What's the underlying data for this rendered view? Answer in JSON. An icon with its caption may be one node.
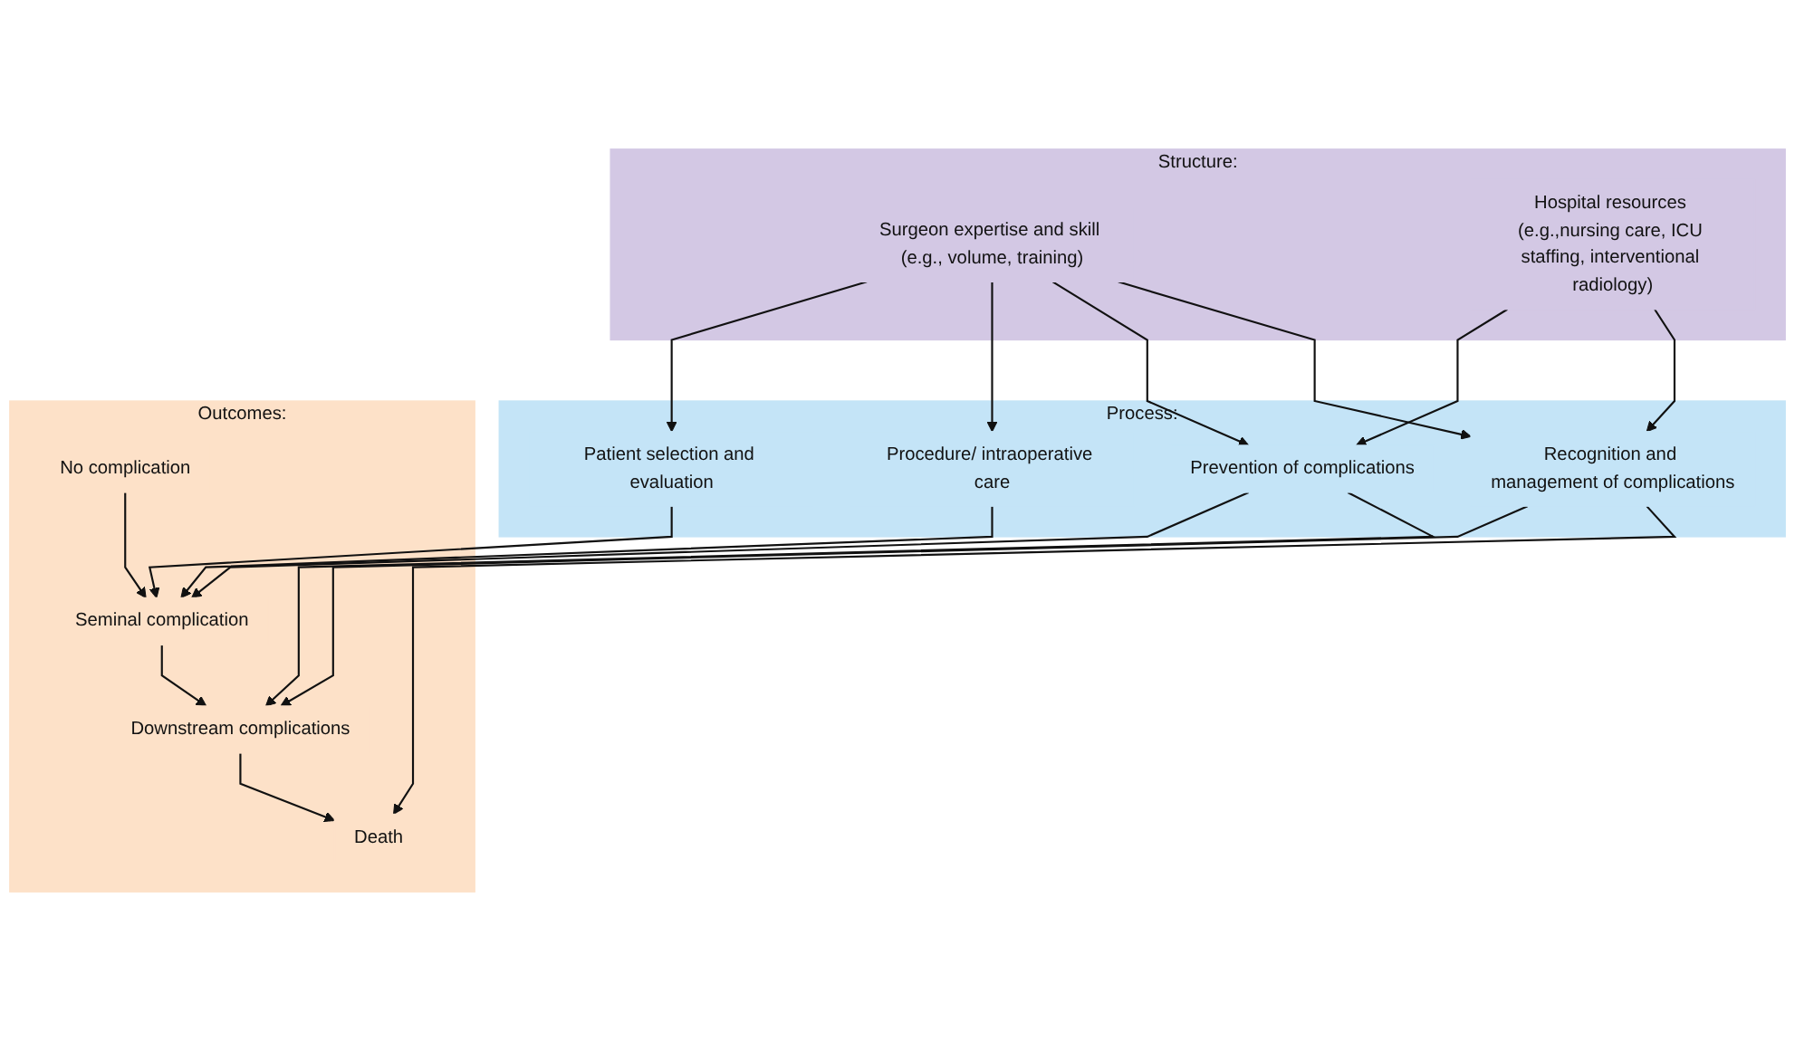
{
  "diagram": {
    "nodes": [
      {
        "text": [
          "Structure:"
        ]
      },
      {
        "text": [
          "Surgeon expertise and skill (e.g., volume, training)"
        ],
        "in": 0
      },
      {
        "text": [
          "Hospital resources (e.g.,nursing care, ICU staffing, interventional radiology)"
        ],
        "in": 0
      },
      {
        "text": [
          "Process:"
        ]
      },
      {
        "text": [
          "Patient selection and evaluation"
        ],
        "in": 3
      },
      {
        "text": [
          "Procedure/ intraoperative care"
        ],
        "in": 3
      },
      {
        "text": [
          "Prevention of complications"
        ],
        "in": 3
      },
      {
        "text": [
          "Recognition and management of complications"
        ],
        "in": 3
      },
      {
        "text": [
          "Outcomes:"
        ]
      },
      {
        "text": [
          "No complication"
        ],
        "in": 8
      },
      {
        "text": [
          "Seminal complication"
        ],
        "in": 8
      },
      {
        "text": [
          "Downstream complications"
        ],
        "in": 8
      },
      {
        "text": [
          "Death"
        ],
        "in": 8
      }
    ],
    "edges": [
      {
        "from": 1,
        "to": 4,
        "arrow": "to"
      },
      {
        "from": 1,
        "to": 5,
        "arrow": "to"
      },
      {
        "from": 1,
        "to": 6,
        "arrow": "to"
      },
      {
        "from": 1,
        "to": 7,
        "arrow": "to"
      },
      {
        "from": 2,
        "to": 6,
        "arrow": "to"
      },
      {
        "from": 2,
        "to": 7,
        "arrow": "to"
      },
      {
        "from": 4,
        "to": 10,
        "arrow": "to"
      },
      {
        "from": 5,
        "to": 10,
        "arrow": "to"
      },
      {
        "from": 6,
        "to": 10,
        "arrow": "to"
      },
      {
        "from": 6,
        "to": 11,
        "arrow": "to"
      },
      {
        "from": 7,
        "to": 11,
        "arrow": "to"
      },
      {
        "from": 7,
        "to": 12,
        "arrow": "to"
      },
      {
        "from": 9,
        "to": 10,
        "arrow": "to"
      },
      {
        "from": 10,
        "to": 11,
        "arrow": "to"
      },
      {
        "from": 11,
        "to": 12,
        "arrow": "to"
      }
    ]
  }
}
